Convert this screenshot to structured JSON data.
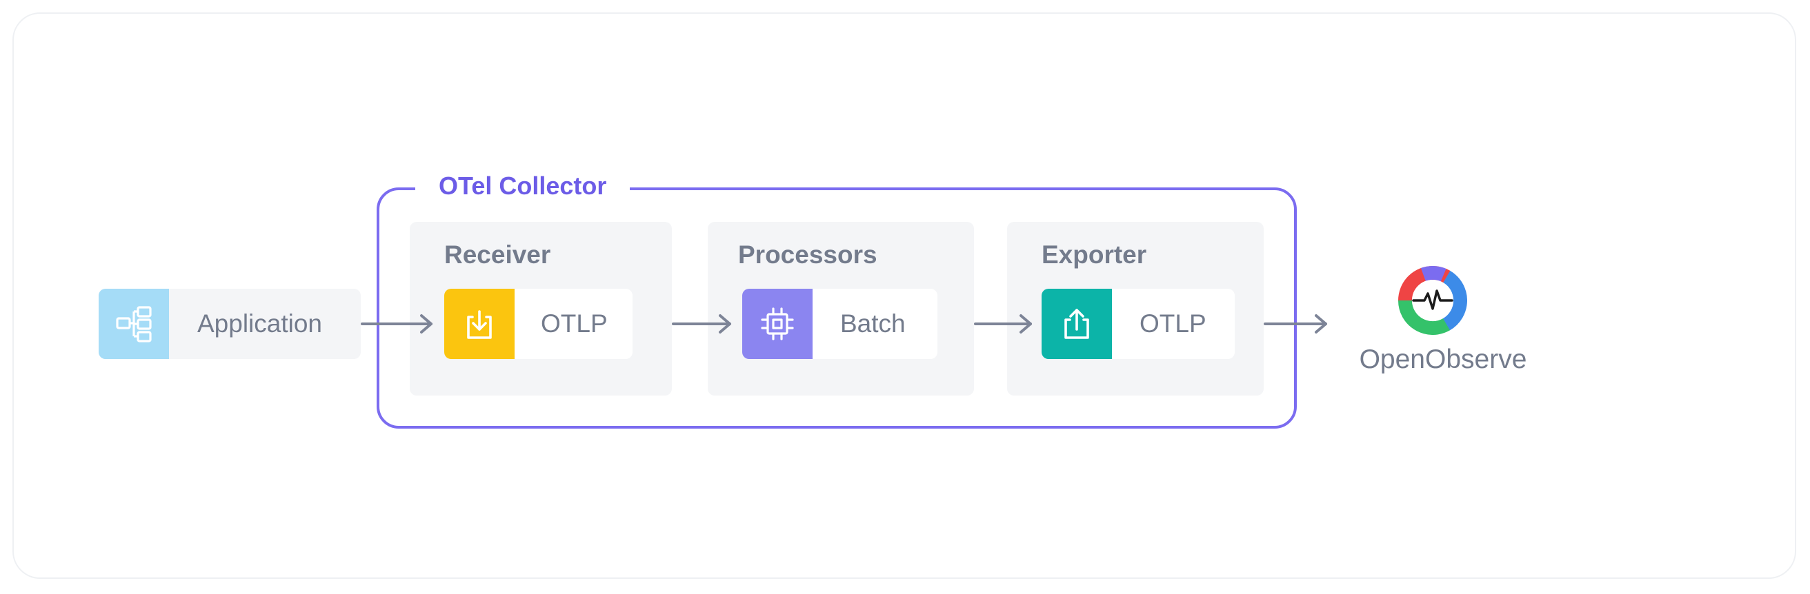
{
  "diagram": {
    "collector": {
      "title": "OTel Collector",
      "border_color": "#7b6cf0"
    },
    "source": {
      "label": "Application",
      "icon": "structure-icon",
      "icon_color": "#a5dcf7"
    },
    "stages": [
      {
        "title": "Receiver",
        "component": {
          "label": "OTLP",
          "icon": "import-icon",
          "color": "#fbc50f"
        }
      },
      {
        "title": "Processors",
        "component": {
          "label": "Batch",
          "icon": "cpu-chip-icon",
          "color": "#8b85f0"
        }
      },
      {
        "title": "Exporter",
        "component": {
          "label": "OTLP",
          "icon": "export-icon",
          "color": "#0cb4a8"
        }
      }
    ],
    "destination": {
      "label": "OpenObserve",
      "icon": "openobserve-logo-icon"
    },
    "arrow_color": "#7d8497"
  }
}
